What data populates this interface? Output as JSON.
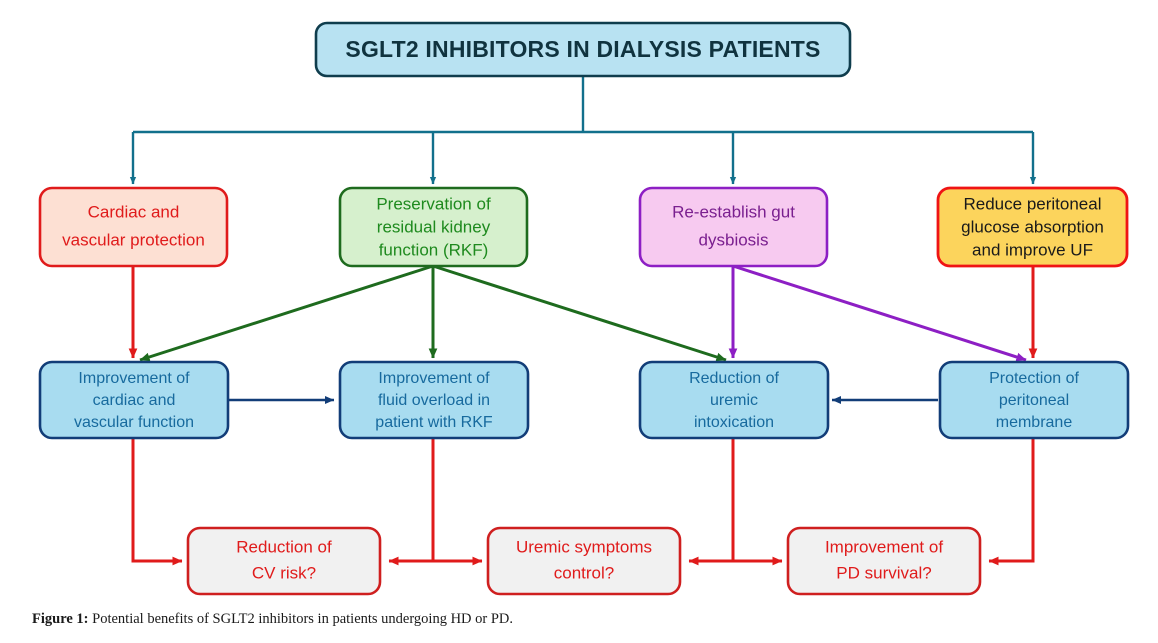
{
  "figure": {
    "caption_prefix": "Figure 1:",
    "caption_text": " Potential benefits of SGLT2 inhibitors in patients undergoing HD or PD.",
    "background": "#ffffff"
  },
  "title_node": {
    "id": "sglt2-title",
    "label": "SGLT2 INHIBITORS IN DIALYSIS PATIENTS",
    "fill": "#b8e2f2",
    "stroke": "#0f3d4d",
    "text_color": "#10333f"
  },
  "mechanism_nodes": [
    {
      "id": "cardiac-vascular-protection",
      "lines": [
        "Cardiac and",
        "vascular protection"
      ],
      "fill": "#fde0d3",
      "stroke": "#e01b1b",
      "text_color": "#e01b1b"
    },
    {
      "id": "preservation-rkf",
      "lines": [
        "Preservation of",
        "residual kidney",
        "function (RKF)"
      ],
      "fill": "#d6f0cd",
      "stroke": "#1e6b1e",
      "text_color": "#1e8a1e"
    },
    {
      "id": "re-establish-gut-dysbiosis",
      "lines": [
        "Re-establish gut",
        "dysbiosis"
      ],
      "fill": "#f7caf0",
      "stroke": "#8d1fc4",
      "text_color": "#7a1f8f"
    },
    {
      "id": "reduce-peritoneal-glucose",
      "lines": [
        "Reduce peritoneal",
        "glucose absorption",
        "and improve UF"
      ],
      "fill": "#fcd45c",
      "stroke": "#ef1414",
      "text_color": "#1a1a1a"
    }
  ],
  "effect_nodes": [
    {
      "id": "improvement-cardiac-vascular-function",
      "lines": [
        "Improvement of",
        "cardiac and",
        "vascular function"
      ],
      "fill": "#a8dcf0",
      "stroke": "#123d78",
      "text_color": "#176a9e"
    },
    {
      "id": "improvement-fluid-overload",
      "lines": [
        "Improvement of",
        "fluid overload in",
        "patient with RKF"
      ],
      "fill": "#a8dcf0",
      "stroke": "#123d78",
      "text_color": "#176a9e"
    },
    {
      "id": "reduction-uremic-intoxication",
      "lines": [
        "Reduction of",
        "uremic",
        "intoxication"
      ],
      "fill": "#a8dcf0",
      "stroke": "#123d78",
      "text_color": "#176a9e"
    },
    {
      "id": "protection-peritoneal-membrane",
      "lines": [
        "Protection of",
        "peritoneal",
        "membrane"
      ],
      "fill": "#a8dcf0",
      "stroke": "#123d78",
      "text_color": "#176a9e"
    }
  ],
  "outcome_nodes": [
    {
      "id": "reduction-cv-risk",
      "lines": [
        "Reduction of",
        "CV risk?"
      ],
      "fill": "#f1f1f1",
      "stroke": "#cf1f1f",
      "text_color": "#e01b1b"
    },
    {
      "id": "uremic-symptoms-control",
      "lines": [
        "Uremic symptoms",
        "control?"
      ],
      "fill": "#f1f1f1",
      "stroke": "#cf1f1f",
      "text_color": "#e01b1b"
    },
    {
      "id": "improvement-pd-survival",
      "lines": [
        "Improvement of",
        "PD survival?"
      ],
      "fill": "#f1f1f1",
      "stroke": "#cf1f1f",
      "text_color": "#e01b1b"
    }
  ],
  "connector_colors": {
    "teal": "#12708c",
    "red": "#e01b1b",
    "green": "#1e6b1e",
    "purple": "#8d1fc4",
    "navy": "#123d78"
  },
  "chart_data": {
    "type": "diagram",
    "title": "SGLT2 INHIBITORS IN DIALYSIS PATIENTS",
    "levels": [
      {
        "level": 1,
        "nodes": [
          "SGLT2 INHIBITORS IN DIALYSIS PATIENTS"
        ]
      },
      {
        "level": 2,
        "nodes": [
          "Cardiac and vascular protection",
          "Preservation of residual kidney function (RKF)",
          "Re-establish gut dysbiosis",
          "Reduce peritoneal glucose absorption and improve UF"
        ]
      },
      {
        "level": 3,
        "nodes": [
          "Improvement of cardiac and vascular function",
          "Improvement of fluid overload in patient with RKF",
          "Reduction of uremic intoxication",
          "Protection of peritoneal membrane"
        ]
      },
      {
        "level": 4,
        "nodes": [
          "Reduction of CV risk?",
          "Uremic symptoms control?",
          "Improvement of PD survival?"
        ]
      }
    ],
    "edges": [
      {
        "from": "SGLT2 INHIBITORS IN DIALYSIS PATIENTS",
        "to": "Cardiac and vascular protection",
        "color": "#12708c"
      },
      {
        "from": "SGLT2 INHIBITORS IN DIALYSIS PATIENTS",
        "to": "Preservation of residual kidney function (RKF)",
        "color": "#12708c"
      },
      {
        "from": "SGLT2 INHIBITORS IN DIALYSIS PATIENTS",
        "to": "Re-establish gut dysbiosis",
        "color": "#12708c"
      },
      {
        "from": "SGLT2 INHIBITORS IN DIALYSIS PATIENTS",
        "to": "Reduce peritoneal glucose absorption and improve UF",
        "color": "#12708c"
      },
      {
        "from": "Cardiac and vascular protection",
        "to": "Improvement of cardiac and vascular function",
        "color": "#e01b1b"
      },
      {
        "from": "Preservation of residual kidney function (RKF)",
        "to": "Improvement of cardiac and vascular function",
        "color": "#1e6b1e"
      },
      {
        "from": "Preservation of residual kidney function (RKF)",
        "to": "Improvement of fluid overload in patient with RKF",
        "color": "#1e6b1e"
      },
      {
        "from": "Preservation of residual kidney function (RKF)",
        "to": "Reduction of uremic intoxication",
        "color": "#1e6b1e"
      },
      {
        "from": "Re-establish gut dysbiosis",
        "to": "Reduction of uremic intoxication",
        "color": "#8d1fc4"
      },
      {
        "from": "Re-establish gut dysbiosis",
        "to": "Protection of peritoneal membrane",
        "color": "#8d1fc4"
      },
      {
        "from": "Reduce peritoneal glucose absorption and improve UF",
        "to": "Protection of peritoneal membrane",
        "color": "#e01b1b"
      },
      {
        "from": "Improvement of cardiac and vascular function",
        "to": "Improvement of fluid overload in patient with RKF",
        "color": "#123d78"
      },
      {
        "from": "Protection of peritoneal membrane",
        "to": "Reduction of uremic intoxication",
        "color": "#123d78"
      },
      {
        "from": "Improvement of cardiac and vascular function",
        "to": "Reduction of CV risk?",
        "color": "#e01b1b"
      },
      {
        "from": "Improvement of fluid overload in patient with RKF",
        "to": "Reduction of CV risk?",
        "color": "#e01b1b"
      },
      {
        "from": "Improvement of fluid overload in patient with RKF",
        "to": "Uremic symptoms control?",
        "color": "#e01b1b"
      },
      {
        "from": "Reduction of uremic intoxication",
        "to": "Uremic symptoms control?",
        "color": "#e01b1b"
      },
      {
        "from": "Reduction of uremic intoxication",
        "to": "Improvement of PD survival?",
        "color": "#e01b1b"
      },
      {
        "from": "Protection of peritoneal membrane",
        "to": "Improvement of PD survival?",
        "color": "#e01b1b"
      }
    ]
  }
}
